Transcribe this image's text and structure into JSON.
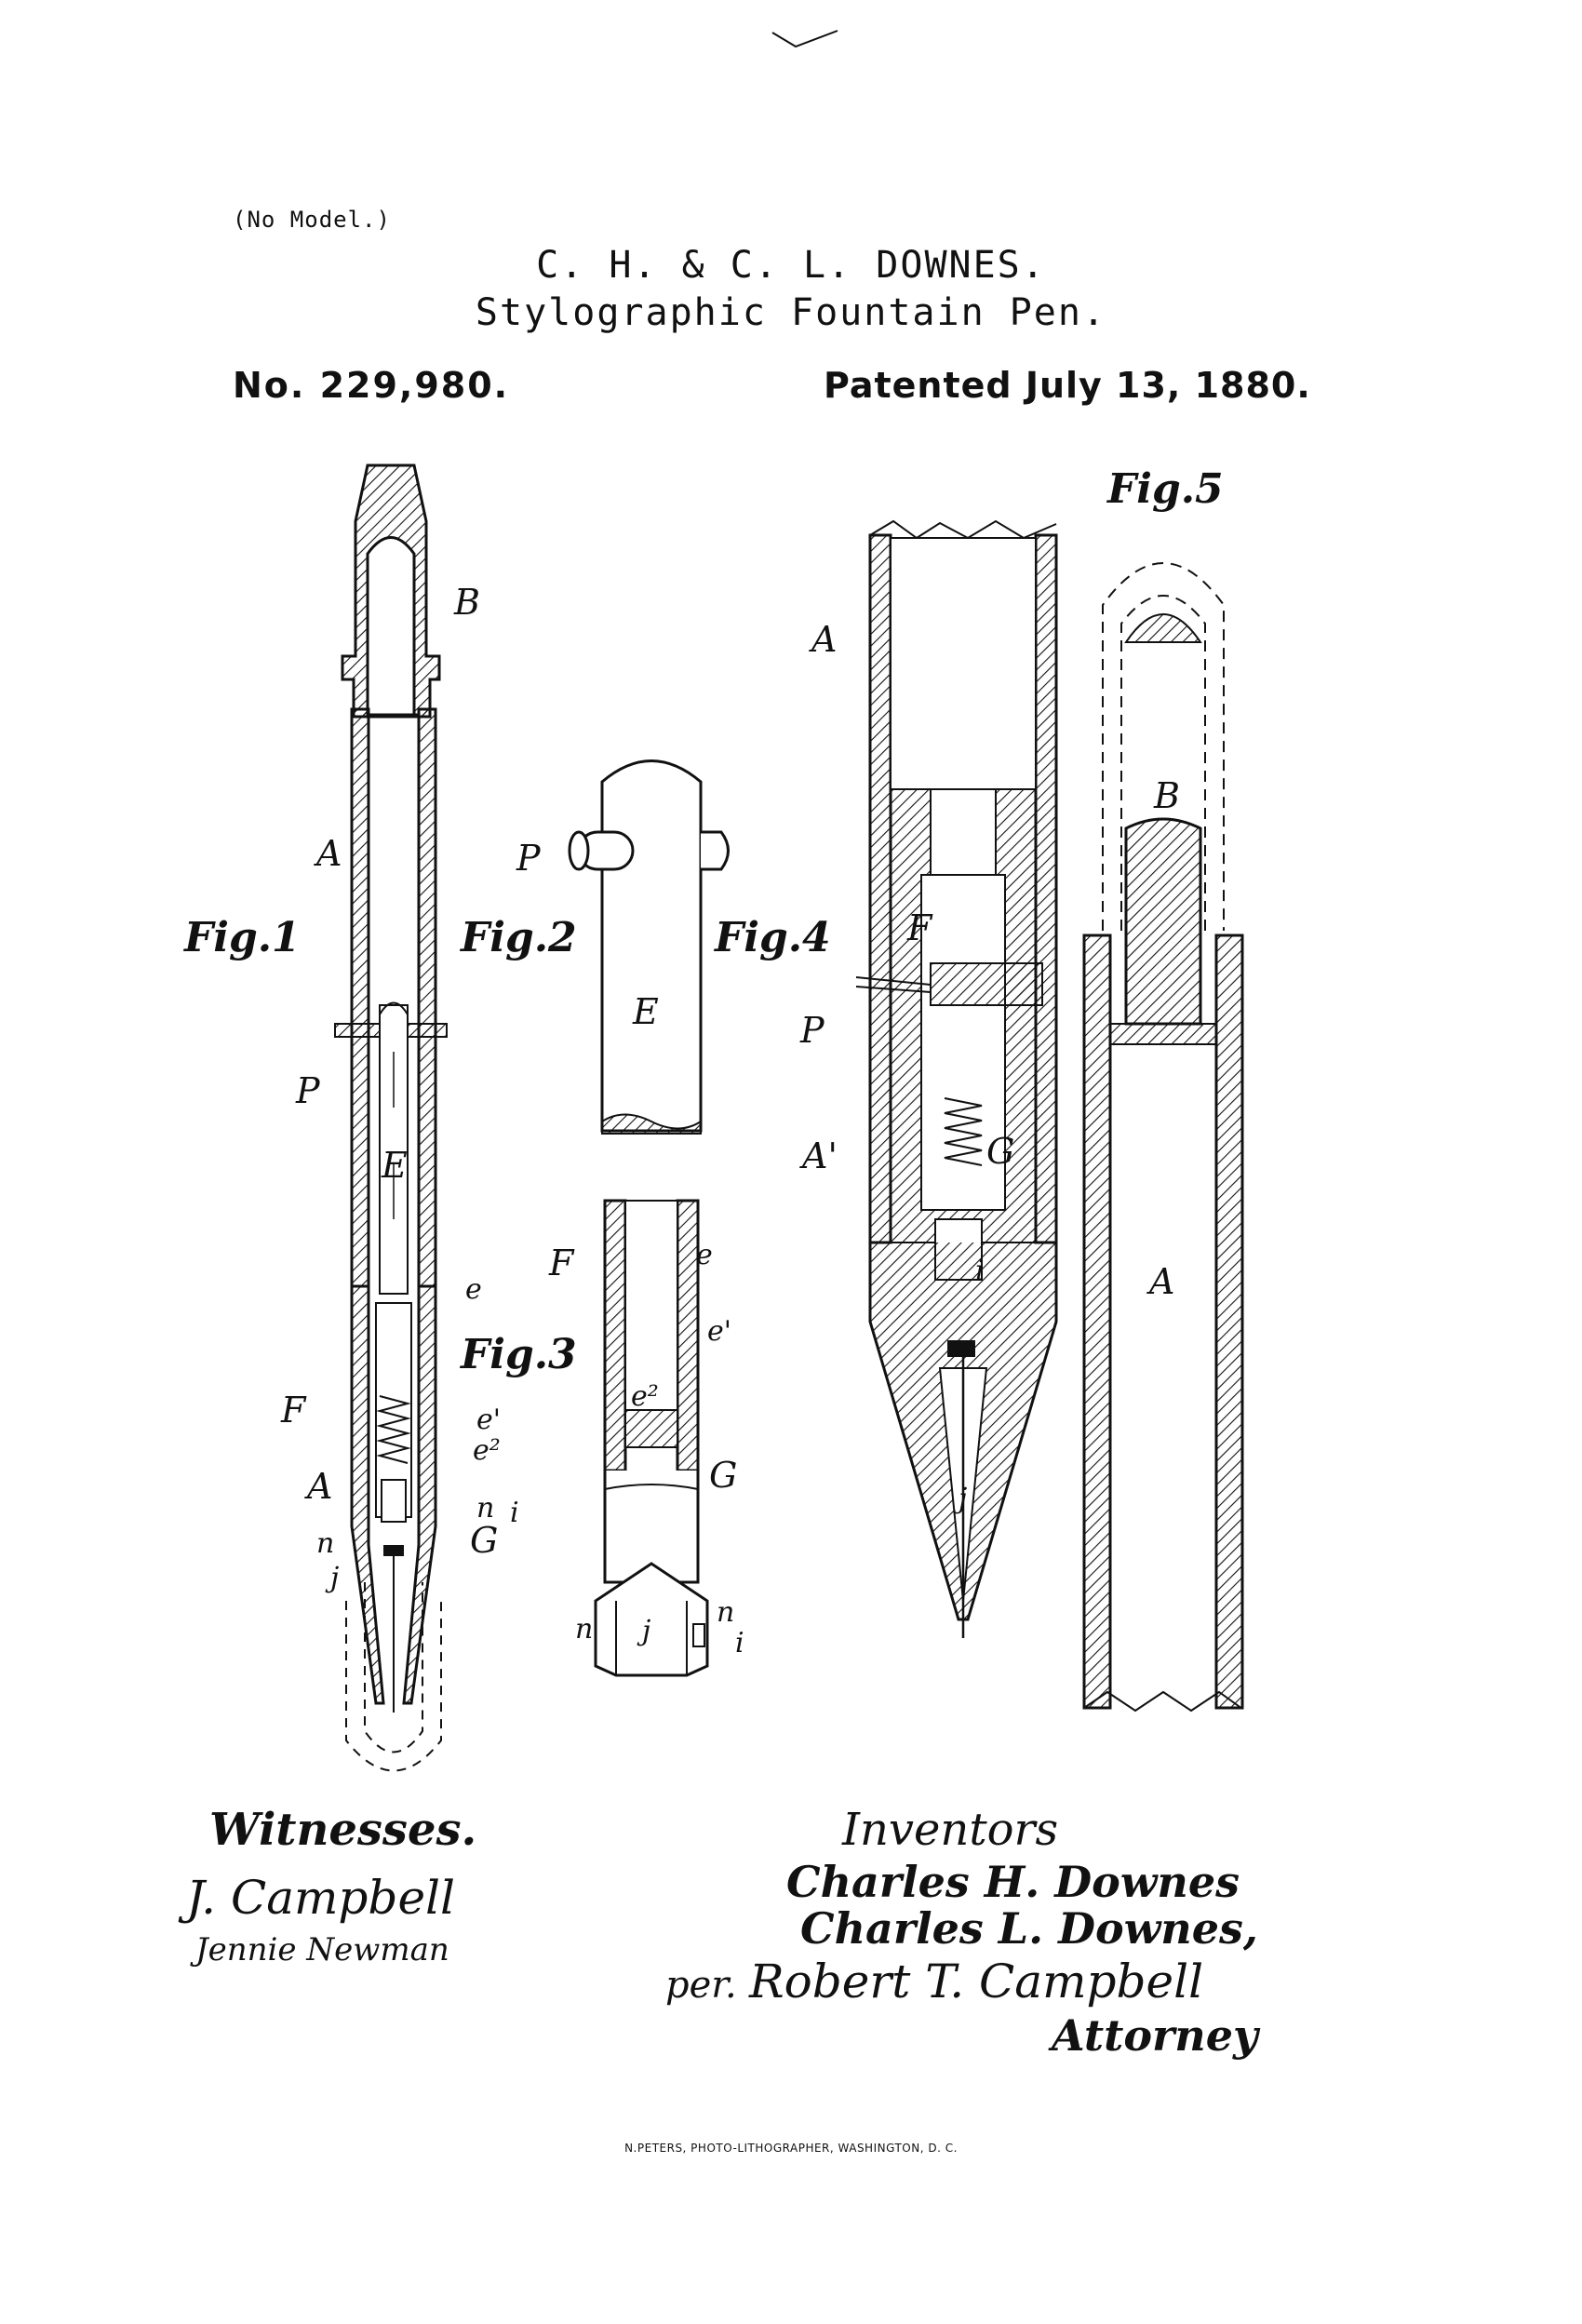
{
  "header": {
    "no_model": "(No Model.)",
    "inventors": "C. H. & C. L. DOWNES.",
    "title": "Stylographic Fountain Pen.",
    "patent_number": "No. 229,980.",
    "patent_date": "Patented July 13, 1880."
  },
  "figures": {
    "fig1": "Fig.1",
    "fig2": "Fig.2",
    "fig3": "Fig.3",
    "fig4": "Fig.4",
    "fig5": "Fig.5"
  },
  "labels": {
    "A": "A",
    "A_prime": "A'",
    "B": "B",
    "E": "E",
    "F": "F",
    "G": "G",
    "P": "P",
    "e": "e",
    "e_prime": "e'",
    "e2": "e²",
    "i": "i",
    "j": "j",
    "n": "n"
  },
  "signatures": {
    "witnesses_heading": "Witnesses.",
    "witness_1": "J. Campbell",
    "witness_2": "Jennie Newman",
    "inventors_heading": "Inventors",
    "inventor_1": "Charles H. Downes",
    "inventor_2": "Charles L. Downes,",
    "per": "per.",
    "attorney_name": "Robert T. Campbell",
    "attorney_title": "Attorney"
  },
  "footer": "N.PETERS, PHOTO-LITHOGRAPHER, WASHINGTON, D. C."
}
